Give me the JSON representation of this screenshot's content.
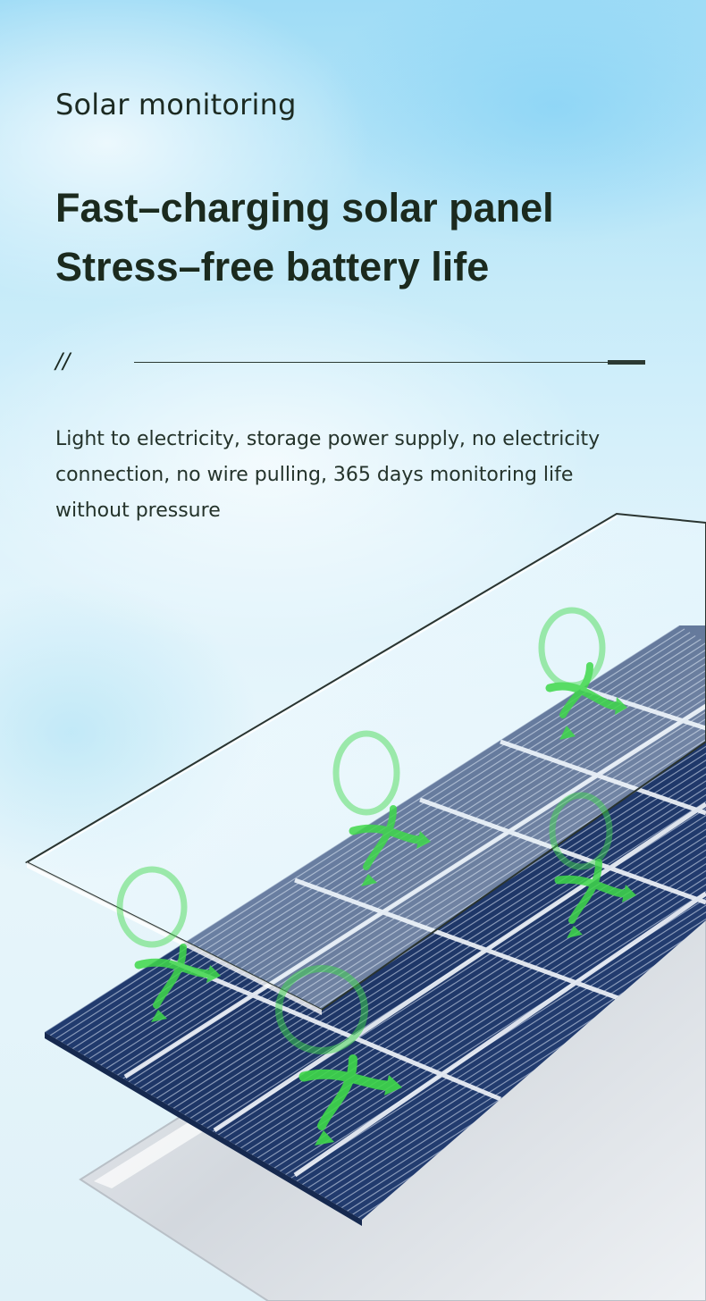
{
  "header": {
    "eyebrow": "Solar monitoring",
    "headline_line1": "Fast–charging solar panel",
    "headline_line2": "Stress–free battery life",
    "divider_mark": "//"
  },
  "description": {
    "line1": "Light to electricity, storage power supply, no electricity",
    "line2": "connection, no wire pulling, 365 days monitoring life",
    "line3": "without pressure"
  },
  "colors": {
    "text_dark": "#1b2a1e",
    "cell_blue": "#1f3a6e",
    "airflow_green": "#3fd84a",
    "glass": "#f4fbff",
    "frame_silver": "#d9dde2"
  }
}
